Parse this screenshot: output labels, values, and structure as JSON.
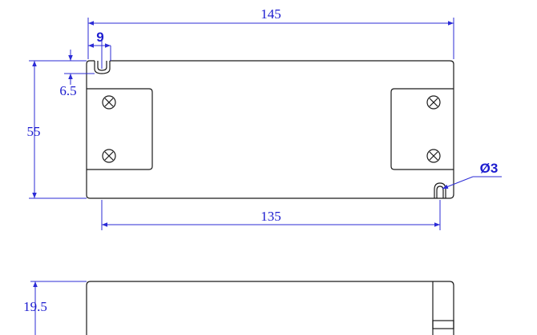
{
  "top_view": {
    "dim_total_length": "145",
    "dim_notch_offset": "9",
    "dim_notch_depth": "6.5",
    "dim_width": "55",
    "dim_hole_spacing": "135",
    "dim_hole_diameter": "Ø3"
  },
  "side_view": {
    "dim_height": "19.5"
  },
  "colors": {
    "dimension": "#2b2bd6",
    "outline": "#1a1a1a",
    "background": "#ffffff"
  }
}
